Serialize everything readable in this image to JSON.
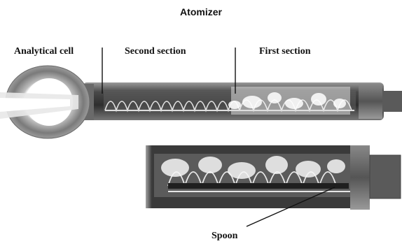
{
  "title": "Atomizer",
  "labels": {
    "analytical_cell": "Analytical cell",
    "second_section": "Second section",
    "first_section": "First section",
    "spoon": "Spoon"
  },
  "colors": {
    "tube_dark": "#3a3a3a",
    "tube_mid": "#6e6e6e",
    "glow": "#f2f2f2",
    "leader_line": "#111111"
  }
}
